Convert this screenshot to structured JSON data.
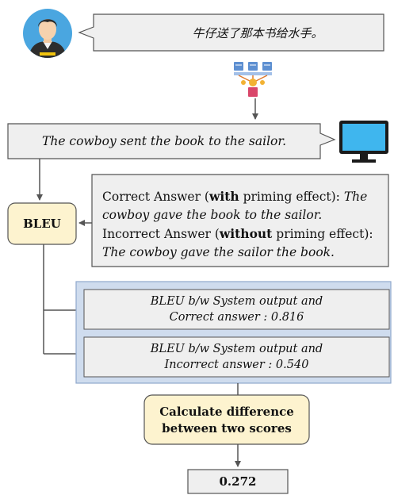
{
  "source_sentence": "牛仔送了那本书给水手。",
  "system_output": "The cowboy sent the book to the sailor.",
  "bleu_label": "BLEU",
  "answers": {
    "correct_prefix": "Correct Answer (",
    "correct_bold": "with",
    "correct_mid": " priming effect): ",
    "correct_text_line1": "The",
    "correct_text_line2": "cowboy gave the book to the sailor.",
    "incorrect_prefix": "Incorrect Answer (",
    "incorrect_bold": "without",
    "incorrect_mid": " priming effect):",
    "incorrect_text": "The cowboy gave the sailor the book."
  },
  "scores": {
    "correct_line1": "BLEU b/w System output and",
    "correct_line2": "Correct answer : 0.816",
    "incorrect_line1": "BLEU b/w System output and",
    "incorrect_line2": "Incorrect answer : 0.540"
  },
  "calc": {
    "line1": "Calculate difference",
    "line2": "between two scores"
  },
  "result": "0.272",
  "colors": {
    "callout_fill": "#efefef",
    "callout_stroke": "#555555",
    "bleu_fill": "#fdf3cf",
    "bleu_stroke": "#555555",
    "panel_fill": "#cfdcee",
    "panel_stroke": "#8fa8cc",
    "arrow": "#555555"
  }
}
